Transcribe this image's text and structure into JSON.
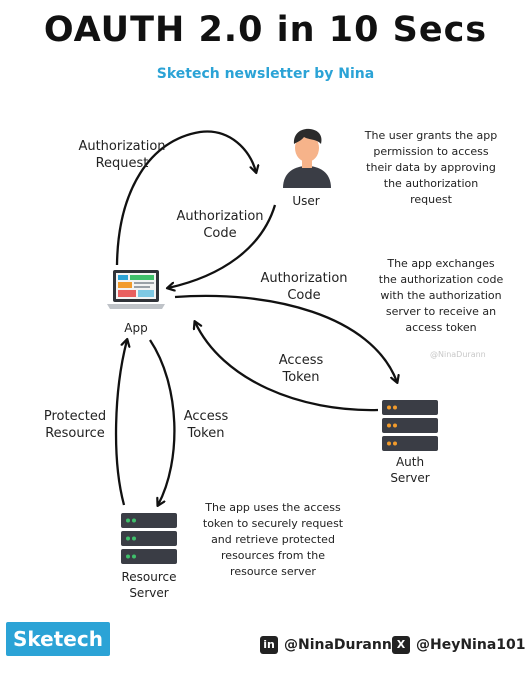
{
  "header": {
    "title": "OAUTH 2.0 in 10 Secs",
    "subtitle": "Sketech newsletter by Nina"
  },
  "nodes": {
    "user": "User",
    "app": "App",
    "auth_server": [
      "Auth",
      "Server"
    ],
    "resource_server": [
      "Resource",
      "Server"
    ]
  },
  "edges": {
    "authorization_request": [
      "Authorization",
      "Request"
    ],
    "authorization_code_1": [
      "Authorization",
      "Code"
    ],
    "authorization_code_2": [
      "Authorization",
      "Code"
    ],
    "access_token_1": [
      "Access",
      "Token"
    ],
    "access_token_2": [
      "Access",
      "Token"
    ],
    "protected_resource": [
      "Protected",
      "Resource"
    ]
  },
  "notes": {
    "user_note": [
      "The user grants the app",
      "permission to access",
      "their data by approving",
      "the authorization",
      "request"
    ],
    "auth_note": [
      "The app exchanges",
      "the authorization code",
      "with the authorization",
      "server to receive an",
      "access token"
    ],
    "resource_note": [
      "The app uses the access",
      "token to securely request",
      "and retrieve protected",
      "resources from the",
      "resource server"
    ]
  },
  "footer": {
    "brand": "Sketech",
    "linkedin_icon": "in",
    "linkedin": "@NinaDurann",
    "x_icon": "X",
    "x_handle": "@HeyNina101",
    "watermark": "@NinaDurann"
  },
  "colors": {
    "accent": "#2ba3d6",
    "server_body": "#3a3d45",
    "led_orange": "#f29b2c",
    "led_green": "#3fc06b",
    "skin": "#f6b38a",
    "hair": "#2b2b2b"
  }
}
